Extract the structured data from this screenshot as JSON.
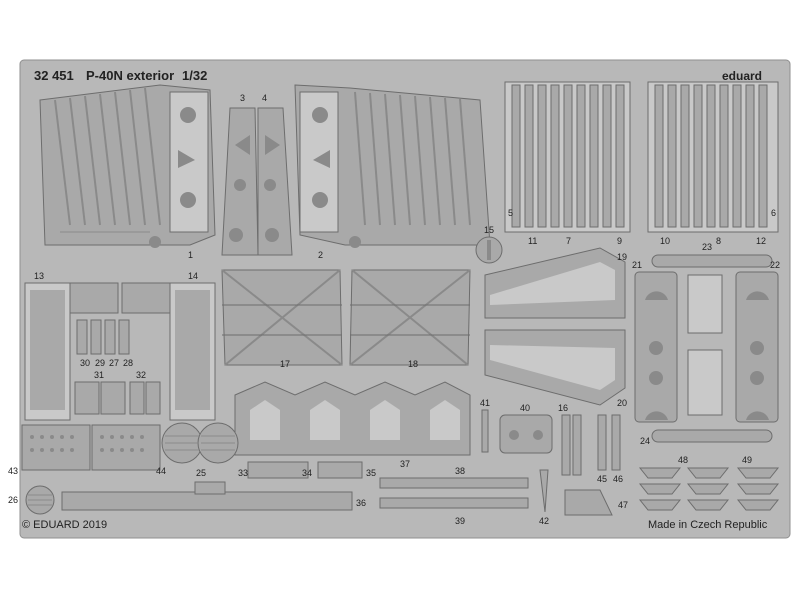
{
  "header": {
    "code": "32 451",
    "name": "P-40N exterior",
    "scale": "1/32",
    "brand": "eduard"
  },
  "footer": {
    "copyright": "© EDUARD 2019",
    "origin": "Made in Czech Republic"
  },
  "colors": {
    "fret": "#b8b8b8",
    "part": "#a9a9a9",
    "part_light": "#c9c9c9",
    "edge": "#6d6d6d",
    "hole": "#8a8a8a",
    "text": "#222222"
  },
  "parts": [
    "1",
    "2",
    "3",
    "4",
    "5",
    "6",
    "7",
    "8",
    "9",
    "10",
    "11",
    "12",
    "13",
    "14",
    "15",
    "16",
    "17",
    "18",
    "19",
    "20",
    "21",
    "22",
    "23",
    "24",
    "25",
    "26",
    "27",
    "28",
    "29",
    "30",
    "31",
    "32",
    "33",
    "34",
    "35",
    "36",
    "37",
    "38",
    "39",
    "40",
    "41",
    "42",
    "43",
    "44",
    "45",
    "46",
    "47",
    "48",
    "49"
  ]
}
